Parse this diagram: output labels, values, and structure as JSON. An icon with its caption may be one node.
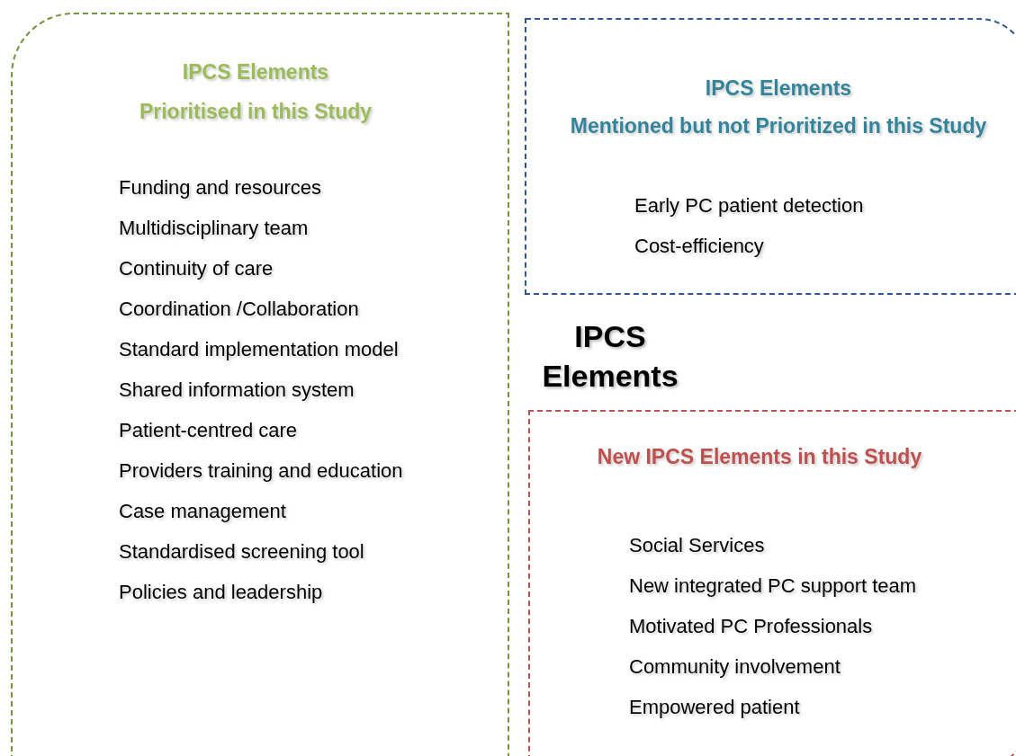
{
  "diagram": {
    "nodes": [
      {
        "text": [
          "IPCS Elements",
          "Prioritised in this Study",
          "Funding and resources",
          "Multidisciplinary team",
          "Continuity of care",
          "Coordination /Collaboration",
          "Standard implementation model",
          "Shared information system",
          "Patient-centred care",
          "Providers training and education",
          "Case management",
          "Standardised screening tool",
          "Policies and leadership"
        ]
      },
      {
        "text": [
          "IPCS Elements",
          "Mentioned but not Prioritized in this Study",
          "Early PC patient detection",
          "Cost-efficiency"
        ]
      },
      {
        "text": [
          "IPCS Elements"
        ]
      },
      {
        "text": [
          "New IPCS Elements in this Study",
          "Social Services",
          "New integrated PC support team",
          "Motivated PC Professionals",
          "Community involvement",
          "Empowered patient"
        ]
      }
    ]
  }
}
